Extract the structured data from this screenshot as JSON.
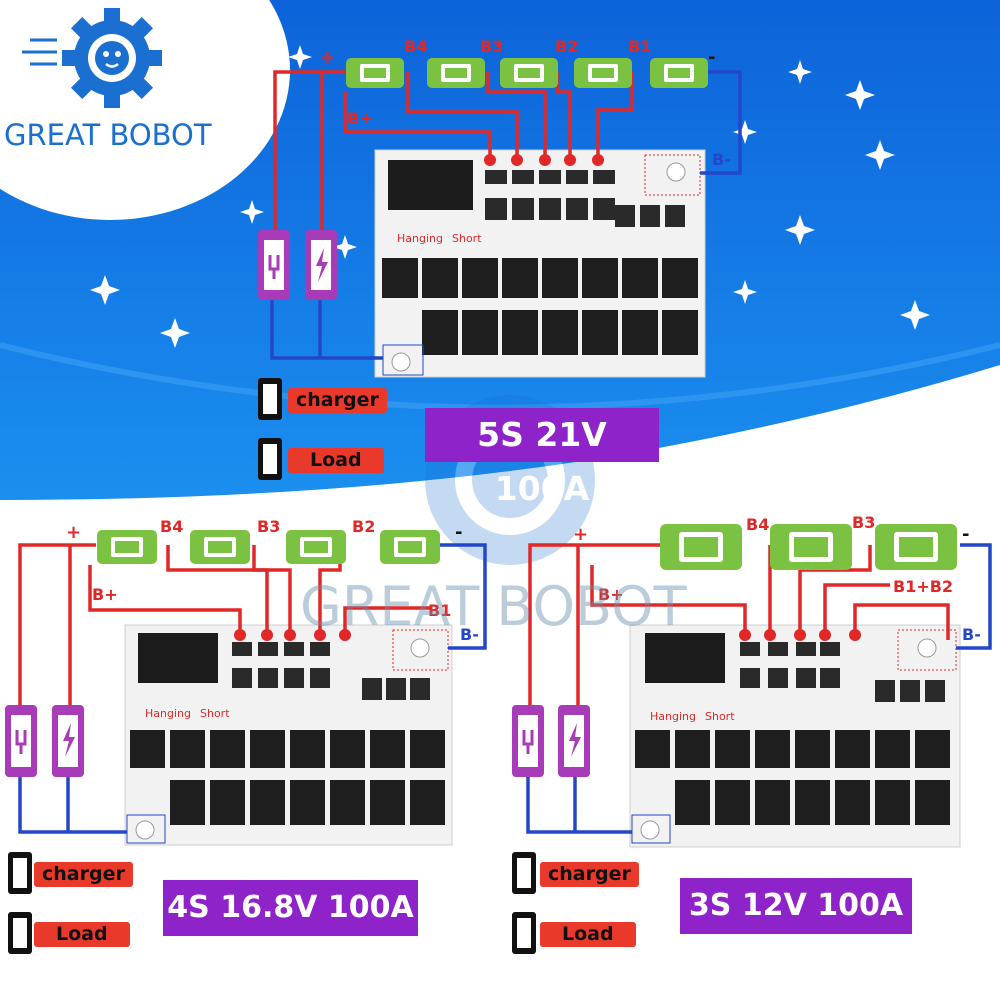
{
  "brand": {
    "name": "GREAT BOBOT"
  },
  "watermark": "GREAT BOBOT",
  "boards": [
    {
      "title": "5S 21V 100A",
      "cells": [
        "B4",
        "B3",
        "B2",
        "B1"
      ],
      "pos_label": "+",
      "neg_label": "-",
      "bplus_label": "B+",
      "bminus_label": "B-",
      "hanging_label": "Hanging",
      "short_label": "Short",
      "charger_label": "charger",
      "load_label": "Load"
    },
    {
      "title": "4S 16.8V 100A",
      "cells": [
        "B4",
        "B3",
        "B2",
        "B1"
      ],
      "pos_label": "+",
      "neg_label": "-",
      "bplus_label": "B+",
      "bminus_label": "B-",
      "hanging_label": "Hanging",
      "short_label": "Short",
      "charger_label": "charger",
      "load_label": "Load"
    },
    {
      "title": "3S 12V 100A",
      "cells": [
        "B4",
        "B3",
        "B1+B2"
      ],
      "pos_label": "+",
      "neg_label": "-",
      "bplus_label": "B+",
      "bminus_label": "B-",
      "hanging_label": "Hanging",
      "short_label": "Short",
      "charger_label": "charger",
      "load_label": "Load"
    }
  ],
  "colors": {
    "sky_top": "#0d63d9",
    "sky_bottom": "#1b8ff0",
    "wire_red": "#e02828",
    "wire_blue": "#2447c9",
    "battery_green": "#7cc242",
    "pcb": "#f2f2f2",
    "accent_purple": "#8e23c9",
    "label_red": "#e8392a"
  }
}
